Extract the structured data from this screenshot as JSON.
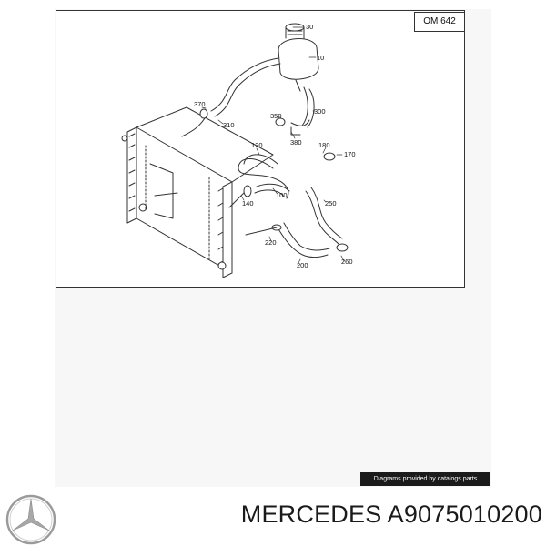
{
  "diagram": {
    "engine_code": "OM 642",
    "callouts": [
      {
        "id": "c30",
        "label": "30"
      },
      {
        "id": "c10",
        "label": "10"
      },
      {
        "id": "c370",
        "label": "370"
      },
      {
        "id": "c310",
        "label": "310"
      },
      {
        "id": "c350",
        "label": "350"
      },
      {
        "id": "c300",
        "label": "300"
      },
      {
        "id": "c380",
        "label": "380"
      },
      {
        "id": "c120",
        "label": "120"
      },
      {
        "id": "c180",
        "label": "180"
      },
      {
        "id": "c170",
        "label": "170"
      },
      {
        "id": "c100",
        "label": "100"
      },
      {
        "id": "c140",
        "label": "140"
      },
      {
        "id": "c250",
        "label": "250"
      },
      {
        "id": "c220",
        "label": "220"
      },
      {
        "id": "c200",
        "label": "200"
      },
      {
        "id": "c260",
        "label": "260"
      }
    ]
  },
  "credit": "Diagrams provided by catalogs parts",
  "logo_icon": "mercedes-star-icon",
  "part_title": "MERCEDES A9075010200",
  "colors": {
    "line": "#333333",
    "frame": "#333333",
    "panel": "#f7f7f7",
    "credit_bg": "#1b1b1b"
  }
}
